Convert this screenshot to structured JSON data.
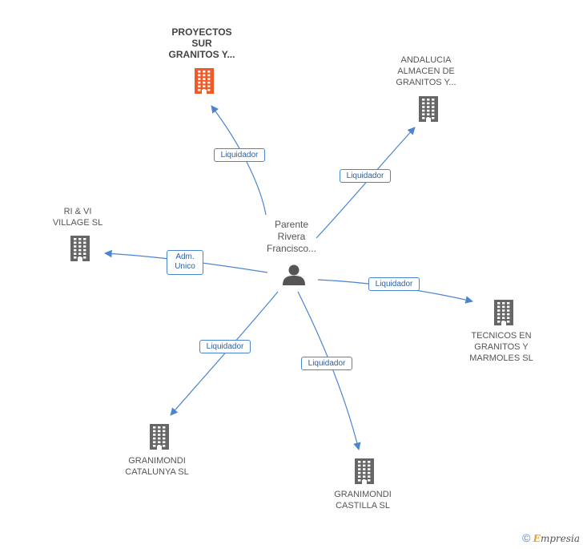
{
  "person": {
    "label": [
      "Parente",
      "Rivera",
      "Francisco..."
    ]
  },
  "companies": [
    {
      "id": "proyectos",
      "lines": [
        "PROYECTOS",
        "SUR",
        "GRANITOS Y..."
      ],
      "highlight": true
    },
    {
      "id": "andalucia",
      "lines": [
        "ANDALUCIA",
        "ALMACEN DE",
        "GRANITOS Y..."
      ],
      "highlight": false
    },
    {
      "id": "rivi",
      "lines": [
        "RI & VI",
        "VILLAGE  SL"
      ],
      "highlight": false
    },
    {
      "id": "tecnicos",
      "lines": [
        "TECNICOS EN",
        "GRANITOS Y",
        "MARMOLES SL"
      ],
      "highlight": false
    },
    {
      "id": "catalunya",
      "lines": [
        "GRANIMONDI",
        "CATALUNYA SL"
      ],
      "highlight": false
    },
    {
      "id": "castilla",
      "lines": [
        "GRANIMONDI",
        "CASTILLA SL"
      ],
      "highlight": false
    }
  ],
  "edges": [
    {
      "to": "proyectos",
      "label": "Liquidador"
    },
    {
      "to": "andalucia",
      "label": "Liquidador"
    },
    {
      "to": "rivi",
      "label": "Adm.\nUnico"
    },
    {
      "to": "tecnicos",
      "label": "Liquidador"
    },
    {
      "to": "catalunya",
      "label": "Liquidador"
    },
    {
      "to": "castilla",
      "label": "Liquidador"
    }
  ],
  "colors": {
    "edge": "#4a86d0",
    "building": "#666666",
    "building_highlight": "#f05a28",
    "person": "#555555"
  },
  "footer": {
    "copyright": "©",
    "brand_initial": "E",
    "brand_rest": "mpresia"
  }
}
